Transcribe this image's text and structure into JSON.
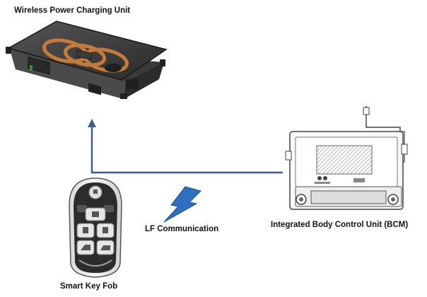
{
  "labels": {
    "wireless_charging_unit": "Wireless Power Charging Unit",
    "lf_communication": "LF Communication",
    "bcm": "Integrated Body Control Unit (BCM)",
    "smart_key_fob": "Smart Key Fob"
  },
  "colors": {
    "signal_line": "#3b5e93",
    "lightning": "#2e6fc4",
    "coil": "#c47a3a"
  }
}
